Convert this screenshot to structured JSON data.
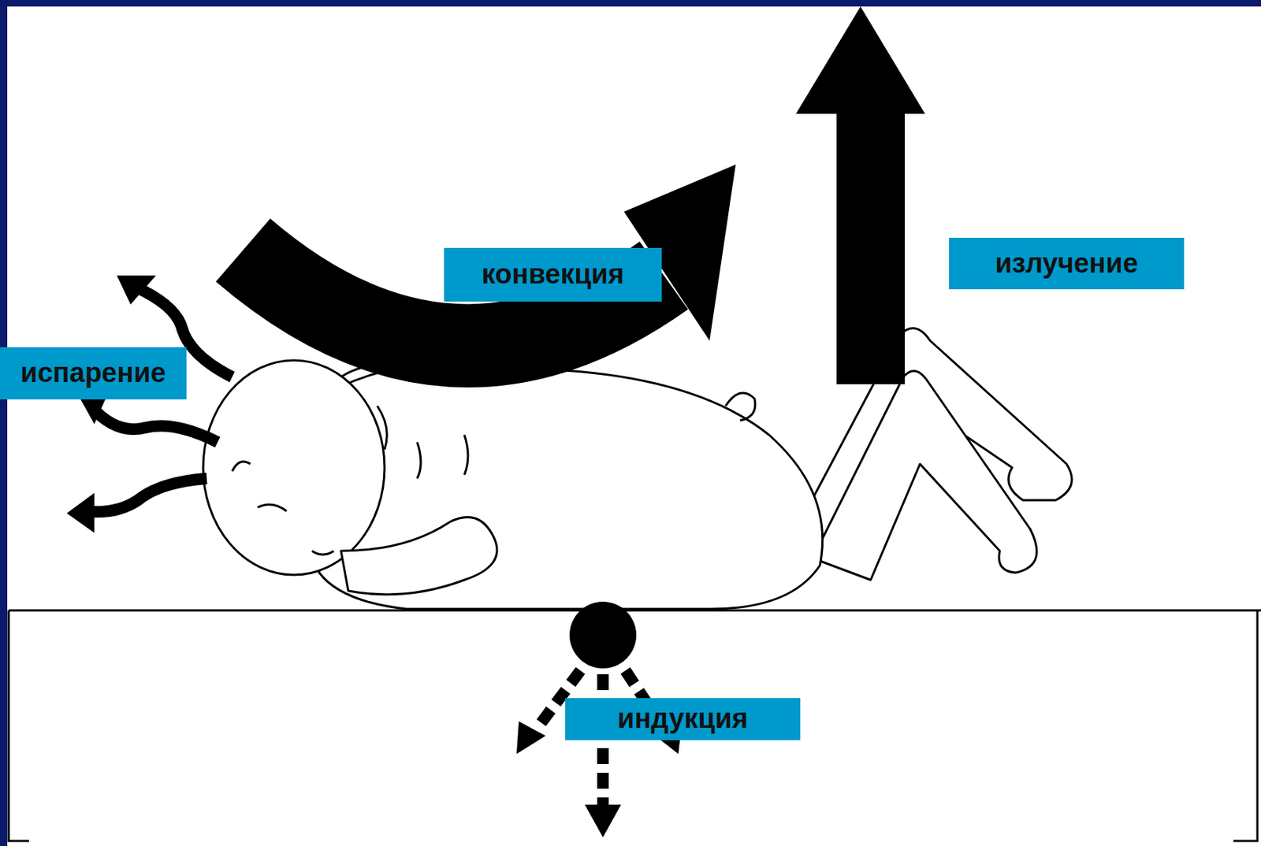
{
  "diagram": {
    "nodes": [
      {
        "text": [
          "конвекция"
        ]
      },
      {
        "text": [
          "излучение"
        ]
      },
      {
        "text": [
          "испарение"
        ]
      },
      {
        "text": [
          "индукция"
        ]
      }
    ]
  }
}
